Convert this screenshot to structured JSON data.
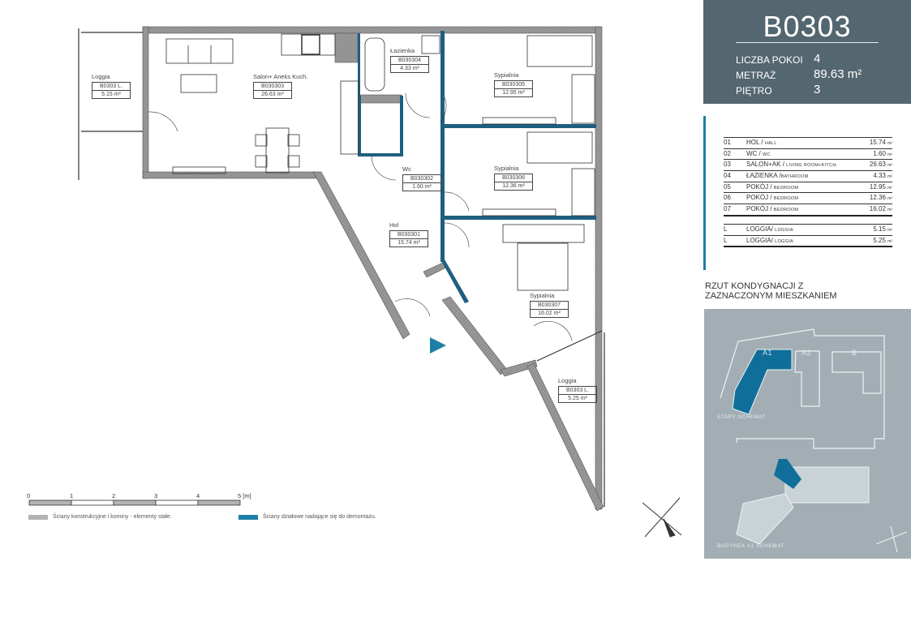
{
  "apartment": {
    "code": "B0303",
    "rooms_label": "LICZBA POKOI",
    "rooms_value": "4",
    "area_label": "METRAŻ",
    "area_value": "89.63 m²",
    "floor_label": "PIĘTRO",
    "floor_value": "3"
  },
  "room_table": {
    "rows": [
      {
        "no": "01",
        "name": "HOL / ",
        "name_en": "HALL",
        "area": "15.74",
        "unit": "m²"
      },
      {
        "no": "02",
        "name": "WC / ",
        "name_en": "WC",
        "area": "1.60",
        "unit": "m²"
      },
      {
        "no": "03",
        "name": "SALON+AK / ",
        "name_en": "LIVING ROOM+KITCH.",
        "area": "26.63",
        "unit": "m²"
      },
      {
        "no": "04",
        "name": "ŁAZIENKA /",
        "name_en": "BATHROOM",
        "area": "4.33",
        "unit": "m²"
      },
      {
        "no": "05",
        "name": "POKÓJ / ",
        "name_en": "BEDROOM",
        "area": "12.95",
        "unit": "m²"
      },
      {
        "no": "06",
        "name": "POKÓJ / ",
        "name_en": "BEDROOM",
        "area": "12.36",
        "unit": "m²"
      },
      {
        "no": "07",
        "name": "POKÓJ / ",
        "name_en": "BEDROOM",
        "area": "16.02",
        "unit": "m²"
      }
    ],
    "loggias": [
      {
        "no": "L",
        "name": "LOGGIA/ ",
        "name_en": "LOGGIA",
        "area": "5.15",
        "unit": "m²"
      },
      {
        "no": "L",
        "name": "LOGGIA/ ",
        "name_en": "LOGGIA",
        "area": "5.25",
        "unit": "m²"
      }
    ]
  },
  "schema": {
    "title_line1": "RZUT KONDYGNACJI Z",
    "title_line2": "ZAZNACZONYM MIESZKANIEM",
    "stages_label": "ETAPY SCHEMAT",
    "building_label": "BUDYNEK A1 SCHEMAT",
    "buildings": [
      "A1",
      "A2",
      "B"
    ],
    "highlight_color": "#0f6e9a"
  },
  "plan_rooms": [
    {
      "name": "Loggia",
      "code": "B0303 L.",
      "area": "5.15 m²"
    },
    {
      "name": "Salon+ Aneks Kuch.",
      "code": "B030303",
      "area": "26.63 m²"
    },
    {
      "name": "Łazienka",
      "code": "B030304",
      "area": "4.33 m²"
    },
    {
      "name": "Sypialnia",
      "code": "B030305",
      "area": "12.95 m²"
    },
    {
      "name": "Wc",
      "code": "B030302",
      "area": "1.60 m²"
    },
    {
      "name": "Sypialnia",
      "code": "B030306",
      "area": "12.36 m²"
    },
    {
      "name": "Hol",
      "code": "B030301",
      "area": "15.74 m²"
    },
    {
      "name": "Sypialnia",
      "code": "B030307",
      "area": "16.02 m²"
    },
    {
      "name": "Loggia",
      "code": "B0303 L.",
      "area": "5.25 m²"
    }
  ],
  "scale": {
    "ticks": [
      "0",
      "1",
      "2",
      "3",
      "4",
      "5 [m]"
    ]
  },
  "legend": {
    "structural": "Ściany konstrukcyjne i kominy - elementy stałe.",
    "structural_color": "#b3b3b3",
    "partition": "Ściany działowe nadające się do demontażu.",
    "partition_color": "#1e7fa6"
  },
  "colors": {
    "header_bg": "#546670",
    "accent": "#1e7fa6",
    "schema_bg": "#a3aeb4"
  }
}
